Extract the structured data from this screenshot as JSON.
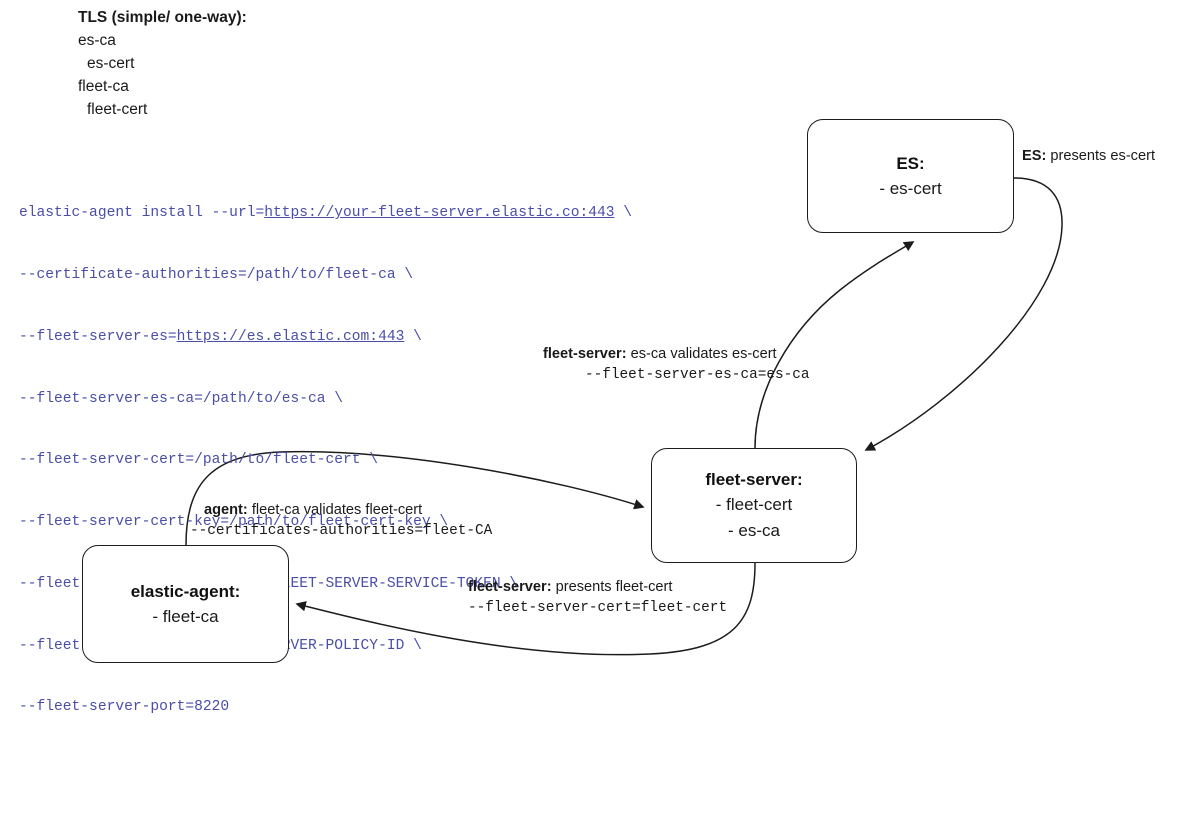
{
  "tls_note": {
    "title": "TLS (simple/ one-way):",
    "lines": [
      {
        "text": "es-ca",
        "indent": false
      },
      {
        "text": "es-cert",
        "indent": true
      },
      {
        "text": "fleet-ca",
        "indent": false
      },
      {
        "text": "fleet-cert",
        "indent": true
      }
    ]
  },
  "command": {
    "lines": [
      {
        "pre": "elastic-agent install --url=",
        "url": "https://your-fleet-server.elastic.co:443",
        "post": " \\"
      },
      {
        "pre": "--certificate-authorities=/path/to/fleet-ca \\",
        "url": "",
        "post": ""
      },
      {
        "pre": "--fleet-server-es=",
        "url": "https://es.elastic.com:443",
        "post": " \\"
      },
      {
        "pre": "--fleet-server-es-ca=/path/to/es-ca \\",
        "url": "",
        "post": ""
      },
      {
        "pre": "--fleet-server-cert=/path/to/fleet-cert \\",
        "url": "",
        "post": ""
      },
      {
        "pre": "--fleet-server-cert-key=/path/to/fleet-cert-key \\",
        "url": "",
        "post": ""
      },
      {
        "pre": "--fleet-server-service-token=FLEET-SERVER-SERVICE-TOKEN \\",
        "url": "",
        "post": ""
      },
      {
        "pre": "--fleet-server-policy=FLEET-SERVER-POLICY-ID \\",
        "url": "",
        "post": ""
      },
      {
        "pre": "--fleet-server-port=8220",
        "url": "",
        "post": ""
      }
    ],
    "text_color": "#4a4ea8"
  },
  "nodes": {
    "es": {
      "title": "ES:",
      "lines": [
        "- es-cert"
      ]
    },
    "fleet_server": {
      "title": "fleet-server:",
      "lines": [
        "- fleet-cert",
        "- es-ca"
      ]
    },
    "elastic_agent": {
      "title": "elastic-agent:",
      "lines": [
        "- fleet-ca"
      ]
    }
  },
  "edge_labels": {
    "es_presents": {
      "strong": "ES:",
      "rest": " presents es-cert"
    },
    "fleet_server_validates": {
      "strong": "fleet-server:",
      "rest": " es-ca validates es-cert",
      "mono": "--fleet-server-es-ca=es-ca"
    },
    "agent_validates": {
      "strong": "agent:",
      "rest": " fleet-ca validates fleet-cert",
      "mono": "--certificates-authorities=fleet-CA"
    },
    "fleet_server_presents": {
      "strong": "fleet-server:",
      "rest": " presents fleet-cert",
      "mono": "--fleet-server-cert=fleet-cert"
    }
  },
  "style": {
    "stroke": "#1c1c1c",
    "background": "#ffffff"
  }
}
